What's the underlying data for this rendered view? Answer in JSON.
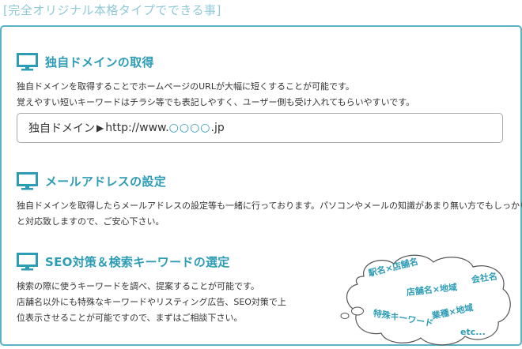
{
  "page_heading": "[完全オリジナル本格タイプでできる事]",
  "colors": {
    "accent": "#2d9cb5",
    "heading": "#8fc9d6",
    "border": "#5bb2c4"
  },
  "icon": "monitor-icon",
  "sections": [
    {
      "title": "独自ドメインの取得",
      "lines": [
        "独自ドメインを取得することでホームページのURLが大幅に短くすることが可能です。",
        "覚えやすい短いキーワードはチラシ等でも表記しやすく、ユーザー側も受け入れてもらいやすいです。"
      ]
    },
    {
      "title": "メールアドレスの設定",
      "lines": [
        "独自ドメインを取得したらメールアドレスの設定等も一緒に行っております。パソコンやメールの知識があまり無い方でもしっかり",
        "と対応致しますので、ご安心下さい。"
      ]
    },
    {
      "title": "SEO対策＆検索キーワードの選定",
      "lines": [
        "検索の際に使うキーワードを調べ、提案することが可能です。",
        "店舗名以外にも特殊なキーワードやリスティング広告、SEO対策で上",
        "位表示させることが可能ですので、まずはご相談下さい。"
      ]
    }
  ],
  "url_box": {
    "label": "独自ドメイン",
    "arrow": "▶",
    "prefix": "http://www.",
    "placeholder": "○○○○",
    "suffix": ".jp"
  },
  "keywords": [
    "駅名×店舗名",
    "会社名",
    "店舗名×地域",
    "特殊キーワード",
    "業種×地域",
    "etc..."
  ]
}
